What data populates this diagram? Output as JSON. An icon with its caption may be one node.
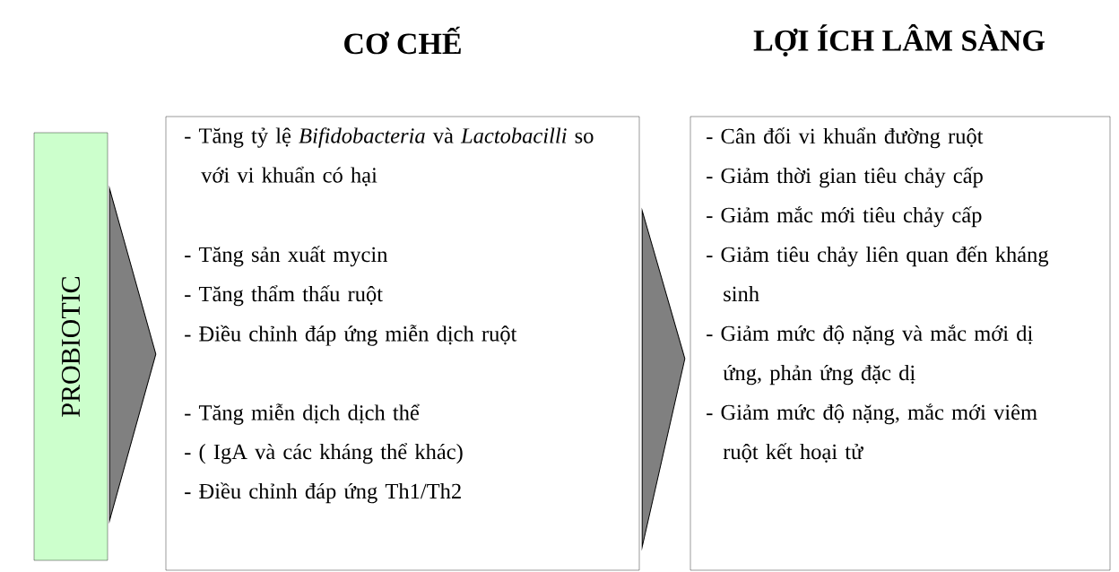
{
  "diagram": {
    "nodes": [
      {
        "text": [
          "PROBIOTIC"
        ]
      },
      {
        "text": [
          "CƠ CHẾ",
          "- Tăng tỷ lệ *Bifidobacteria* và *Lactobacilli* so với vi khuẩn có hại",
          "- Tăng sản xuất mycin",
          "- Tăng thẩm thấu ruột",
          "- Điều chỉnh đáp ứng miễn dịch ruột",
          "- Tăng miễn dịch dịch thể",
          "- ( IgA và các kháng thể khác)",
          "- Điều chỉnh đáp ứng Th1/Th2"
        ]
      },
      {
        "text": [
          "LỢI ÍCH LÂM SÀNG",
          "- Cân đối vi khuẩn đường ruột",
          "- Giảm thời gian tiêu chảy cấp",
          "- Giảm mắc mới tiêu chảy cấp",
          "- Giảm tiêu chảy liên quan đến kháng sinh",
          "- Giảm mức độ nặng và mắc mới dị ứng, phản ứng đặc dị",
          "- Giảm mức độ nặng, mắc mới viêm ruột kết hoại tử"
        ]
      }
    ],
    "edges": [
      {
        "from": 0,
        "to": 1,
        "arrow": "to"
      },
      {
        "from": 1,
        "to": 2,
        "arrow": "to"
      }
    ]
  }
}
